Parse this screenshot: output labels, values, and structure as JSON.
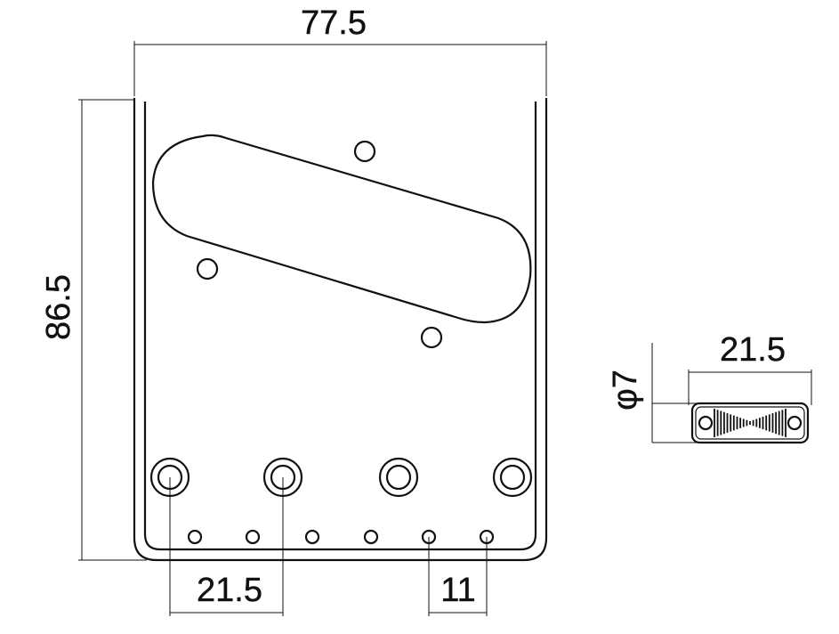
{
  "dimensions": {
    "plate_width": "77.5",
    "plate_height": "86.5",
    "saddle_spacing": "21.5",
    "hole_spacing": "11",
    "saddle_length": "21.5",
    "saddle_diameter": "φ7"
  },
  "colors": {
    "line": "#111111",
    "background": "#ffffff"
  }
}
